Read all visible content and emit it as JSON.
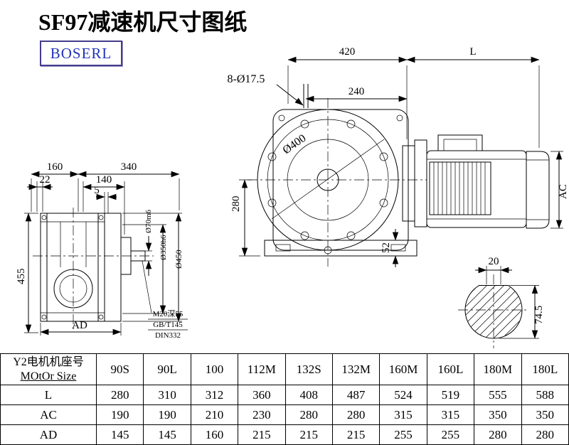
{
  "page": {
    "title": "SF97减速机尺寸图纸",
    "logo": "BOSERL"
  },
  "drawing": {
    "top": {
      "dim_420": "420",
      "dim_L": "L",
      "holes": "8-Ø17.5",
      "dim_240": "240"
    },
    "front": {
      "dia_400": "Ø400",
      "dim_280": "280",
      "dim_52": "52"
    },
    "motor": {
      "label_AC": "AC"
    },
    "side": {
      "dim_160": "160",
      "dim_340": "340",
      "dim_22": "22",
      "dim_140": "140",
      "dim_5": "5",
      "dim_455": "455",
      "label_AD": "AD",
      "dia_70": "Ø70m6",
      "dia_350": "Ø350h6",
      "dia_450": "Ø450",
      "note_tap": "M20深55",
      "note_gb": "GB/T145",
      "note_din": "DIN332"
    },
    "section": {
      "dim_20": "20",
      "dim_74_5": "74.5"
    }
  },
  "table": {
    "header_cn": "Y2电机机座号",
    "header_en": "MOtOr Size",
    "columns": [
      "90S",
      "90L",
      "100",
      "112M",
      "132S",
      "132M",
      "160M",
      "160L",
      "180M",
      "180L"
    ],
    "rows": [
      {
        "label": "L",
        "values": [
          "280",
          "310",
          "312",
          "360",
          "408",
          "487",
          "524",
          "519",
          "555",
          "588"
        ]
      },
      {
        "label": "AC",
        "values": [
          "190",
          "190",
          "210",
          "230",
          "280",
          "280",
          "315",
          "315",
          "350",
          "350"
        ]
      },
      {
        "label": "AD",
        "values": [
          "145",
          "145",
          "160",
          "215",
          "215",
          "215",
          "255",
          "255",
          "280",
          "280"
        ]
      }
    ]
  }
}
